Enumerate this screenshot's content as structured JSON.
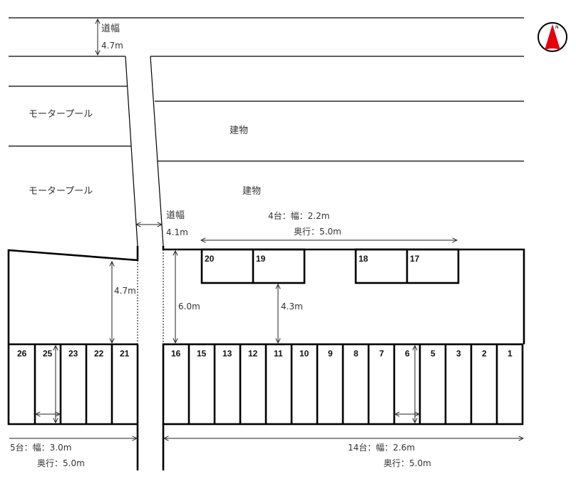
{
  "compass": {
    "label": "N",
    "arrow_color": "#e8000b",
    "ring_color": "#000000"
  },
  "roads": {
    "top": {
      "label": "道幅",
      "width": "4.7m"
    },
    "middle": {
      "label": "道幅",
      "width": "4.1m"
    }
  },
  "areas": {
    "motor_pool_1": "モータープール",
    "motor_pool_2": "モータープール",
    "building_1": "建物",
    "building_2": "建物"
  },
  "dimensions": {
    "left_lot_depth": "4.7m",
    "right_lot_depth": "6.0m",
    "aisle_gap": "4.3m"
  },
  "spec_groups": {
    "top_row": {
      "count": "4台：幅：2.2m",
      "depth": "奥行：5.0m"
    },
    "left_row": {
      "count": "5台：幅：3.0m",
      "depth": "奥行：5.0m"
    },
    "right_row": {
      "count": "14台：幅：2.6m",
      "depth": "奥行：5.0m"
    }
  },
  "stalls": {
    "top": [
      "20",
      "19",
      "18",
      "17"
    ],
    "left": [
      "26",
      "25",
      "23",
      "22",
      "21"
    ],
    "right": [
      "16",
      "15",
      "13",
      "12",
      "11",
      "10",
      "9",
      "8",
      "7",
      "6",
      "5",
      "3",
      "2",
      "1"
    ]
  }
}
